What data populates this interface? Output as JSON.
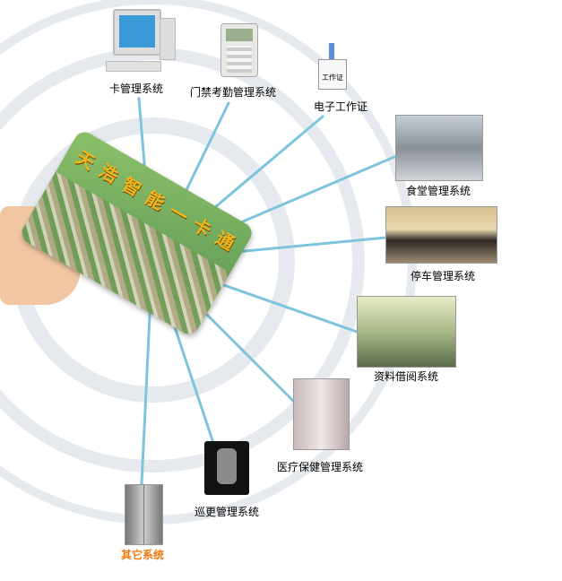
{
  "card": {
    "title": "天浩智能一卡通"
  },
  "systems": [
    {
      "label": "卡管理系统",
      "icon": "computer-icon"
    },
    {
      "label": "门禁考勤管理系统",
      "icon": "keypad-icon"
    },
    {
      "label": "电子工作证",
      "icon": "badge-icon",
      "badge_text": "工作证"
    },
    {
      "label": "食堂管理系统",
      "icon": "canteen-photo"
    },
    {
      "label": "停车管理系统",
      "icon": "parking-photo"
    },
    {
      "label": "资料借阅系统",
      "icon": "library-photo"
    },
    {
      "label": "医疗保健管理系统",
      "icon": "hospital-photo"
    },
    {
      "label": "巡更管理系统",
      "icon": "patrol-device-icon"
    },
    {
      "label": "其它系统",
      "icon": "elevator-icon"
    }
  ],
  "colors": {
    "line": "#7ec4dc",
    "highlight": "#f07a10",
    "arc": "#e4e8ec"
  }
}
